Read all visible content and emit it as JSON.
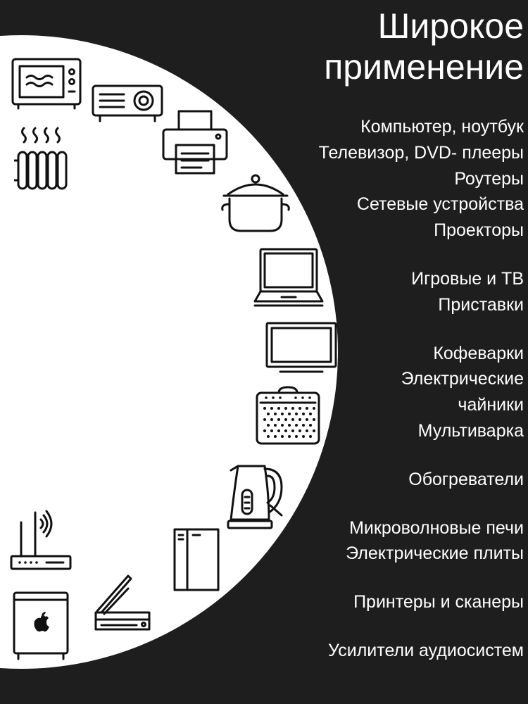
{
  "title": {
    "line1": "Широкое",
    "line2": "применение"
  },
  "features": [
    "Компьютер, ноутбук",
    "Телевизор, DVD- плееры",
    "Роутеры",
    "Сетевые устройства",
    "Проекторы",
    "Игровые и ТВ",
    "Приставки",
    "Кофеварки",
    "Электрические",
    "чайники",
    "Мультиварка",
    "Обогреватели",
    "Микроволновые печи",
    "Электрические плиты",
    "Принтеры и сканеры",
    "Усилители аудиосистем"
  ],
  "icons": [
    "microwave-icon",
    "projector-icon",
    "printer-icon",
    "radiator-icon",
    "cooking-pot-icon",
    "laptop-icon",
    "tv-monitor-icon",
    "amplifier-icon",
    "electric-kettle-icon",
    "router-icon",
    "pc-tower-icon",
    "scanner-icon",
    "mac-pro-icon"
  ],
  "colors": {
    "background": "#1e1e1e",
    "circle": "#ffffff",
    "text": "#ffffff",
    "icon_stroke": "#111111"
  }
}
